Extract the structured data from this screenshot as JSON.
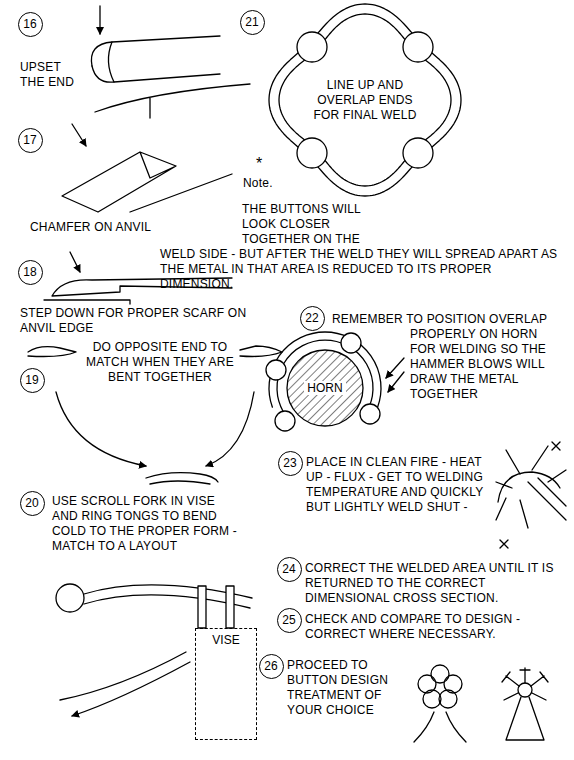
{
  "diagram": {
    "nodes": [
      {
        "text": [
          "16"
        ]
      },
      {
        "text": [
          "17"
        ]
      },
      {
        "text": [
          "18"
        ]
      },
      {
        "text": [
          "19"
        ]
      },
      {
        "text": [
          "20"
        ]
      },
      {
        "text": [
          "VISE"
        ]
      },
      {
        "text": [
          "21"
        ]
      },
      {
        "text": [
          "22"
        ]
      },
      {
        "text": [
          "HORN"
        ]
      },
      {
        "text": [
          "23"
        ]
      },
      {
        "text": [
          "24"
        ]
      },
      {
        "text": [
          "25"
        ]
      },
      {
        "text": [
          "26"
        ]
      }
    ],
    "labels": [
      "UPSET THE END",
      "CHAMFER ON ANVIL",
      "STEP DOWN FOR PROPER SCARF ON ANVIL EDGE",
      "DO OPPOSITE END TO MATCH WHEN THEY ARE BENT TOGETHER",
      "USE SCROLL FORK IN VISE AND RING TONGS TO BEND COLD TO THE PROPER FORM - MATCH TO A LAYOUT",
      "LINE UP AND OVERLAP ENDS FOR FINAL WELD",
      "*",
      "Note.",
      "THE BUTTONS WILL LOOK CLOSER TOGETHER ON THE WELD SIDE - BUT AFTER THE WELD THEY WILL SPREAD APART AS THE METAL IN THAT AREA IS REDUCED TO ITS PROPER DIMENSION.",
      "REMEMBER TO POSITION OVERLAP PROPERLY ON HORN FOR WELDING SO THE HAMMER BLOWS WILL DRAW THE METAL TOGETHER",
      "PLACE IN CLEAN FIRE - HEAT UP - FLUX - GET TO WELDING TEMPERATURE AND QUICKLY BUT LIGHTLY WELD SHUT -",
      "CORRECT THE WELDED AREA UNTIL IT IS RETURNED TO THE CORRECT DIMENSIONAL CROSS SECTION.",
      "CHECK AND COMPARE TO DESIGN - CORRECT WHERE NECESSARY.",
      "PROCEED TO BUTTON DESIGN TREATMENT OF YOUR CHOICE"
    ]
  }
}
